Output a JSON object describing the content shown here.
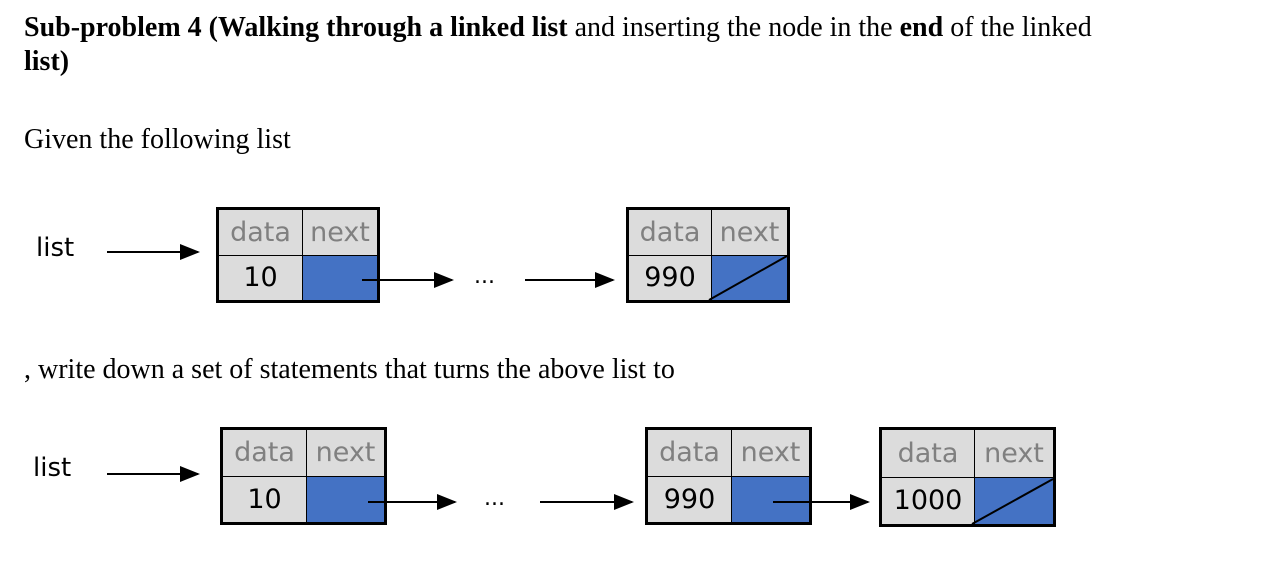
{
  "heading": {
    "p1": "Sub-problem 4 (",
    "b1": "Walking through a linked list",
    "p2": " and inserting the node in the ",
    "b2": "end",
    "p3": " of the linked",
    "line2": "list)"
  },
  "given": "Given the following list",
  "write": ", write down a set of statements that turns the above list to",
  "diagram1": {
    "list_label": "list",
    "ellipsis": "...",
    "nodes": [
      {
        "h1": "data",
        "h2": "next",
        "value": "10"
      },
      {
        "h1": "data",
        "h2": "next",
        "value": "990"
      }
    ]
  },
  "diagram2": {
    "list_label": "list",
    "ellipsis": "...",
    "nodes": [
      {
        "h1": "data",
        "h2": "next",
        "value": "10"
      },
      {
        "h1": "data",
        "h2": "next",
        "value": "990"
      },
      {
        "h1": "data",
        "h2": "next",
        "value": "1000"
      }
    ]
  },
  "colors": {
    "pointer": "#4472c4",
    "cell": "#dcdcdc"
  }
}
